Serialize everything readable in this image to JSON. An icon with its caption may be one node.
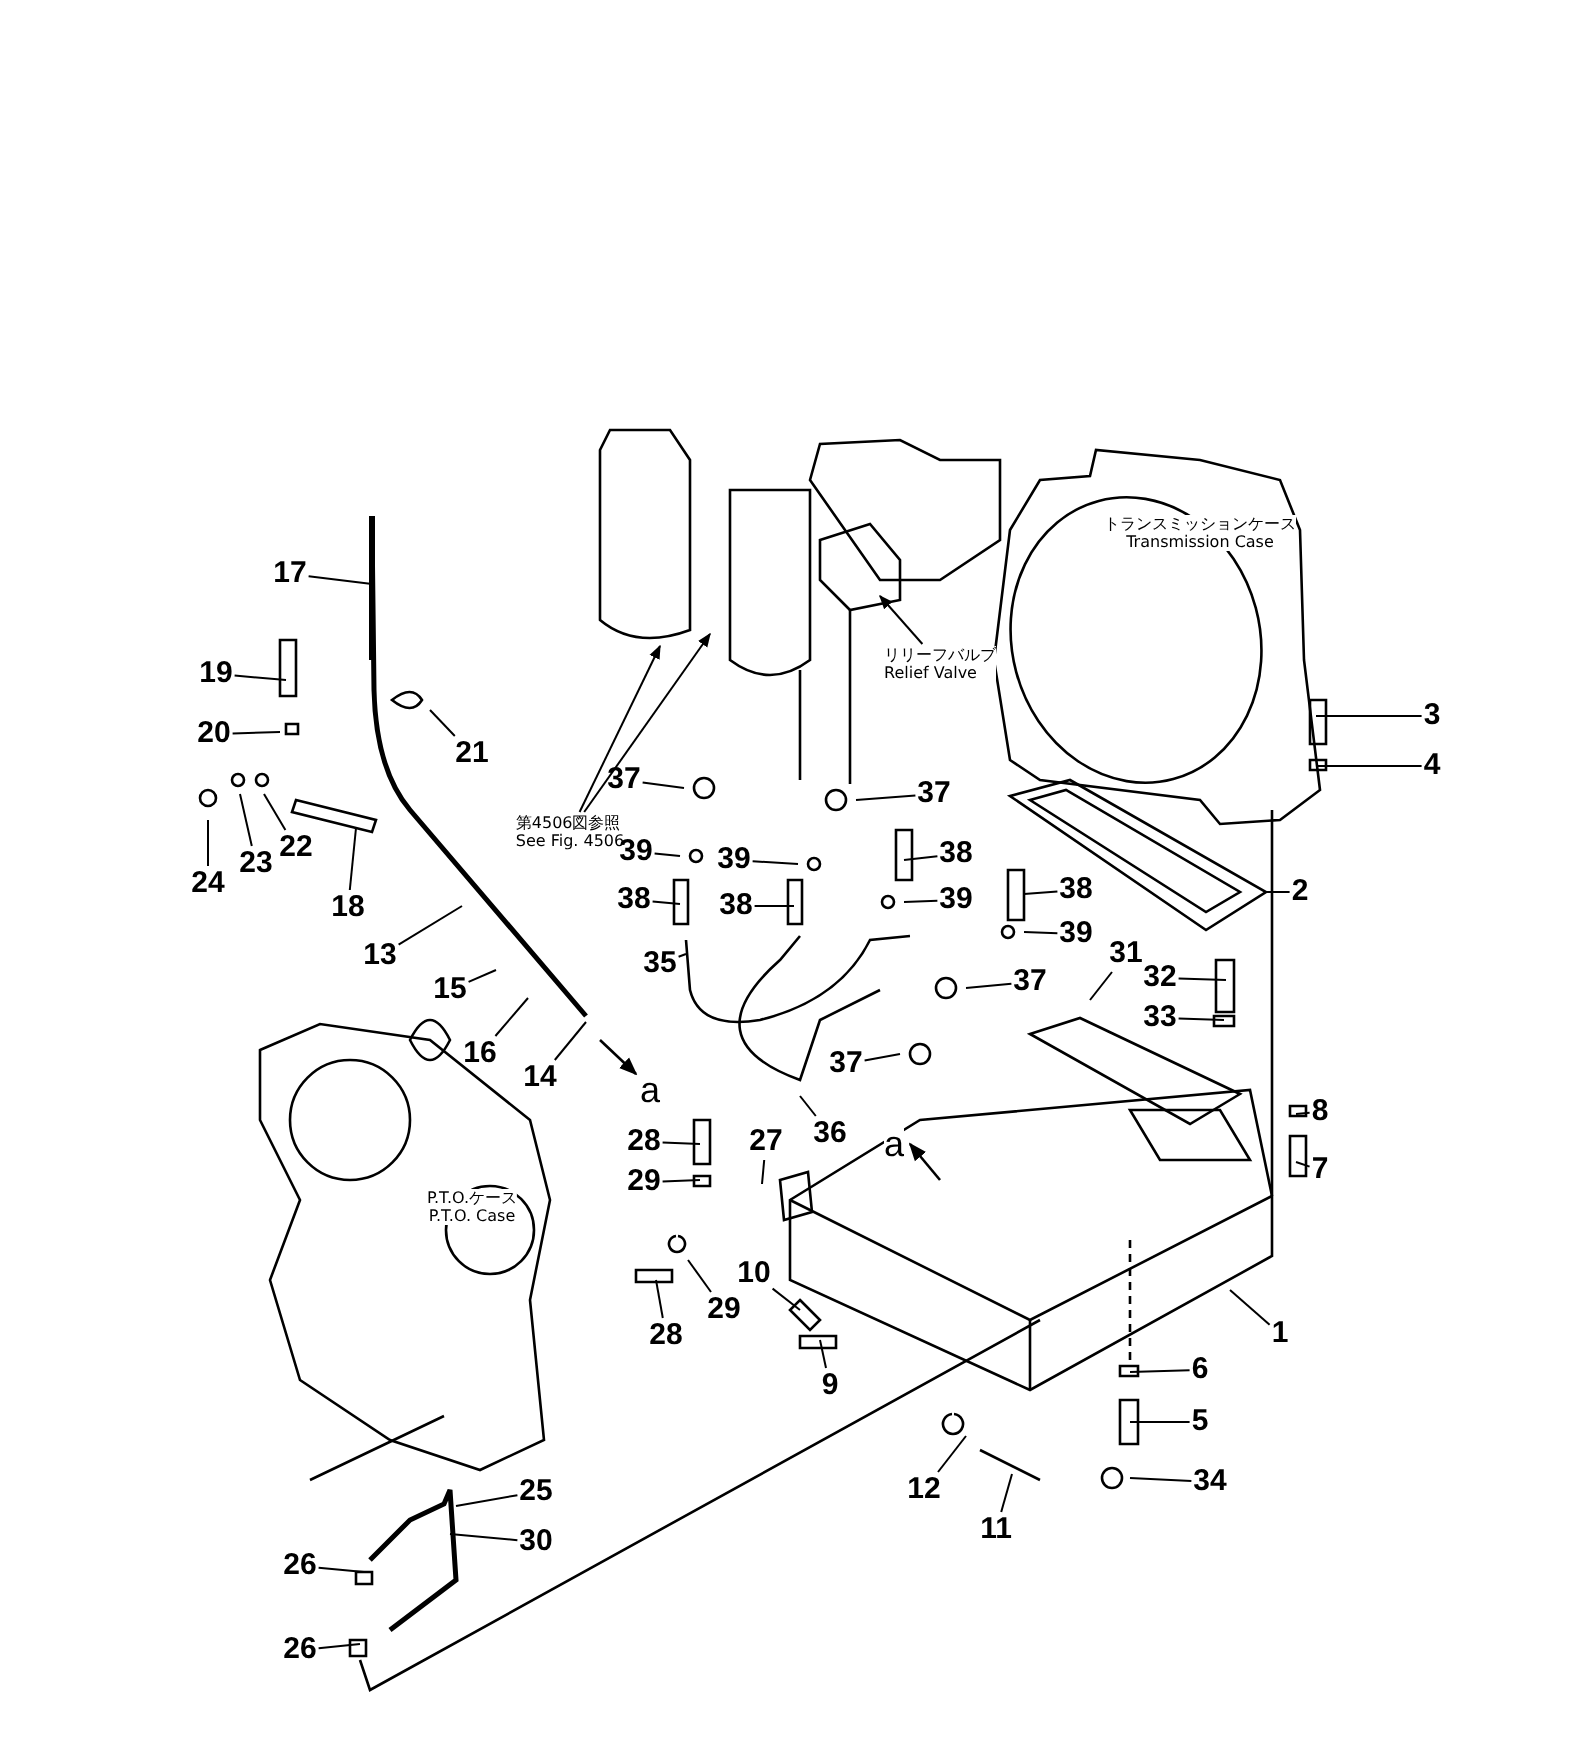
{
  "diagram": {
    "nodes": [
      {
        "text": [
          "17"
        ]
      },
      {
        "text": [
          "3"
        ]
      },
      {
        "text": [
          "19"
        ]
      },
      {
        "text": [
          "21"
        ]
      },
      {
        "text": [
          "第4506図参照",
          "See Fig. 4506"
        ]
      },
      {
        "text": [
          "リリーフバルブ",
          "Relief Valve"
        ]
      },
      {
        "text": [
          "4"
        ]
      },
      {
        "text": [
          "20"
        ]
      },
      {
        "text": [
          "37"
        ]
      },
      {
        "text": [
          "37"
        ]
      },
      {
        "text": [
          "24"
        ]
      },
      {
        "text": [
          "23"
        ]
      },
      {
        "text": [
          "22"
        ]
      },
      {
        "text": [
          "18"
        ]
      },
      {
        "text": [
          "39"
        ]
      },
      {
        "text": [
          "39"
        ]
      },
      {
        "text": [
          "38"
        ]
      },
      {
        "text": [
          "38"
        ]
      },
      {
        "text": [
          "38"
        ]
      },
      {
        "text": [
          "38"
        ]
      },
      {
        "text": [
          "39"
        ]
      },
      {
        "text": [
          "39"
        ]
      },
      {
        "text": [
          "2"
        ]
      },
      {
        "text": [
          "13"
        ]
      },
      {
        "text": [
          "35"
        ]
      },
      {
        "text": [
          "31"
        ]
      },
      {
        "text": [
          "32"
        ]
      },
      {
        "text": [
          "37"
        ]
      },
      {
        "text": [
          "33"
        ]
      },
      {
        "text": [
          "15"
        ]
      },
      {
        "text": [
          "16"
        ]
      },
      {
        "text": [
          "14"
        ]
      },
      {
        "text": [
          "37"
        ]
      },
      {
        "text": [
          "36"
        ]
      },
      {
        "text": [
          "8"
        ]
      },
      {
        "text": [
          "7"
        ]
      },
      {
        "text": [
          "28"
        ]
      },
      {
        "text": [
          "27"
        ]
      },
      {
        "text": [
          "29"
        ]
      },
      {
        "text": [
          "1"
        ]
      },
      {
        "text": [
          "10"
        ]
      },
      {
        "text": [
          "29"
        ]
      },
      {
        "text": [
          "28"
        ]
      },
      {
        "text": [
          "9"
        ]
      },
      {
        "text": [
          "6"
        ]
      },
      {
        "text": [
          "5"
        ]
      },
      {
        "text": [
          "34"
        ]
      },
      {
        "text": [
          "12"
        ]
      },
      {
        "text": [
          "11"
        ]
      },
      {
        "text": [
          "25"
        ]
      },
      {
        "text": [
          "30"
        ]
      },
      {
        "text": [
          "26"
        ]
      },
      {
        "text": [
          "26"
        ]
      }
    ],
    "edges": [
      {
        "from": 0,
        "to": null,
        "arrow": "none"
      },
      {
        "from": 1,
        "to": null,
        "arrow": "none"
      },
      {
        "from": 2,
        "to": null,
        "arrow": "none"
      },
      {
        "from": 3,
        "to": null,
        "arrow": "none"
      },
      {
        "from": 4,
        "to": null,
        "arrow": "to"
      },
      {
        "from": 4,
        "to": null,
        "arrow": "to"
      },
      {
        "from": 5,
        "to": null,
        "arrow": "to"
      },
      {
        "from": 6,
        "to": null,
        "arrow": "none"
      },
      {
        "from": 7,
        "to": null,
        "arrow": "none"
      },
      {
        "from": 8,
        "to": null,
        "arrow": "none"
      },
      {
        "from": 9,
        "to": null,
        "arrow": "none"
      },
      {
        "from": 10,
        "to": null,
        "arrow": "none"
      },
      {
        "from": 11,
        "to": null,
        "arrow": "none"
      },
      {
        "from": 12,
        "to": null,
        "arrow": "none"
      },
      {
        "from": 13,
        "to": null,
        "arrow": "none"
      },
      {
        "from": 14,
        "to": null,
        "arrow": "none"
      },
      {
        "from": 15,
        "to": null,
        "arrow": "none"
      },
      {
        "from": 16,
        "to": null,
        "arrow": "none"
      },
      {
        "from": 17,
        "to": null,
        "arrow": "none"
      },
      {
        "from": 18,
        "to": null,
        "arrow": "none"
      },
      {
        "from": 19,
        "to": null,
        "arrow": "none"
      },
      {
        "from": 20,
        "to": null,
        "arrow": "none"
      },
      {
        "from": 21,
        "to": null,
        "arrow": "none"
      },
      {
        "from": 22,
        "to": null,
        "arrow": "none"
      },
      {
        "from": 23,
        "to": null,
        "arrow": "none"
      },
      {
        "from": 24,
        "to": null,
        "arrow": "none"
      },
      {
        "from": 25,
        "to": null,
        "arrow": "none"
      },
      {
        "from": 26,
        "to": null,
        "arrow": "none"
      },
      {
        "from": 27,
        "to": null,
        "arrow": "none"
      },
      {
        "from": 28,
        "to": null,
        "arrow": "none"
      },
      {
        "from": 29,
        "to": null,
        "arrow": "none"
      },
      {
        "from": 30,
        "to": null,
        "arrow": "none"
      },
      {
        "from": 31,
        "to": null,
        "arrow": "none"
      },
      {
        "from": 32,
        "to": null,
        "arrow": "none"
      },
      {
        "from": 33,
        "to": null,
        "arrow": "none"
      },
      {
        "from": 34,
        "to": null,
        "arrow": "none"
      },
      {
        "from": 35,
        "to": null,
        "arrow": "none"
      },
      {
        "from": 36,
        "to": null,
        "arrow": "none"
      },
      {
        "from": 37,
        "to": null,
        "arrow": "none"
      },
      {
        "from": 38,
        "to": null,
        "arrow": "none"
      },
      {
        "from": 39,
        "to": null,
        "arrow": "none"
      },
      {
        "from": 40,
        "to": null,
        "arrow": "none"
      },
      {
        "from": 41,
        "to": null,
        "arrow": "none"
      },
      {
        "from": 42,
        "to": null,
        "arrow": "none"
      },
      {
        "from": 43,
        "to": null,
        "arrow": "none"
      },
      {
        "from": 44,
        "to": null,
        "arrow": "none"
      },
      {
        "from": 45,
        "to": null,
        "arrow": "none"
      },
      {
        "from": 46,
        "to": null,
        "arrow": "none"
      },
      {
        "from": 47,
        "to": null,
        "arrow": "none"
      },
      {
        "from": 48,
        "to": null,
        "arrow": "none"
      },
      {
        "from": 49,
        "to": null,
        "arrow": "none"
      },
      {
        "from": 50,
        "to": null,
        "arrow": "none"
      },
      {
        "from": 51,
        "to": null,
        "arrow": "none"
      },
      {
        "from": 52,
        "to": null,
        "arrow": "none"
      }
    ],
    "labels": [
      "トランスミッションケース",
      "Transmission Case",
      "a",
      "a",
      "P.T.O.ケース",
      "P.T.O. Case"
    ]
  }
}
